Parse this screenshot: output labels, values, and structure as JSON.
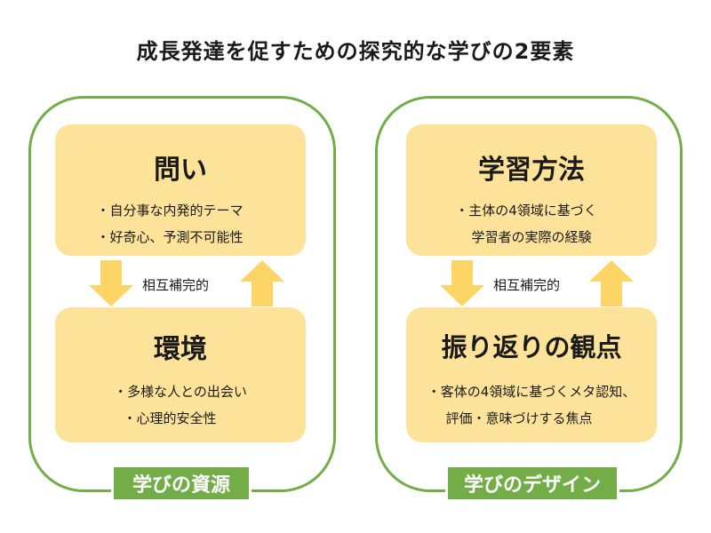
{
  "title": "成長発達を促すための探究的な学びの2要素",
  "left_panel": {
    "label": "学びの資源",
    "top_box": {
      "title": "問い",
      "bullets": [
        "・自分事な内発的テーマ",
        "・好奇心、予測不可能性"
      ]
    },
    "connector": "相互補完的",
    "bottom_box": {
      "title": "環境",
      "bullets": [
        "・多様な人との出会い",
        "・心理的安全性"
      ]
    }
  },
  "right_panel": {
    "label": "学びのデザイン",
    "top_box": {
      "title": "学習方法",
      "bullets": [
        "・主体の4領域に基づく",
        "学習者の実際の経験"
      ]
    },
    "connector": "相互補完的",
    "bottom_box": {
      "title": "振り返りの観点",
      "bullets": [
        "・客体の4領域に基づくメタ認知、",
        "評価・意味づけする焦点"
      ]
    }
  },
  "colors": {
    "border_green": "#72ad48",
    "box_fill": "#fde399",
    "arrow_fill": "#fdd567"
  }
}
